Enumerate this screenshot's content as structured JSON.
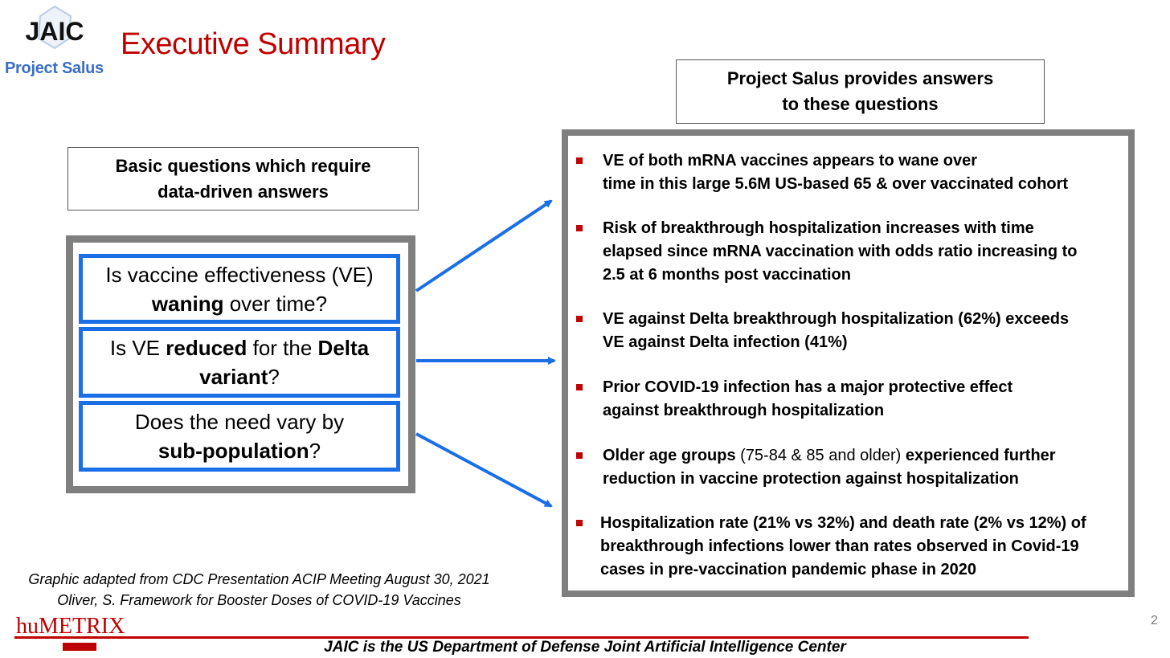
{
  "header": {
    "logo_name": "JAIC",
    "logo_sub": "Project Salus",
    "title": "Executive Summary"
  },
  "left": {
    "header_line1": "Basic questions which require",
    "header_line2": "data-driven answers",
    "questions": [
      {
        "parts": [
          [
            "Is vaccine effectiveness (VE)",
            false
          ],
          [
            "\n",
            false
          ],
          [
            "waning",
            true
          ],
          [
            " over time?",
            false
          ]
        ]
      },
      {
        "parts": [
          [
            "Is VE ",
            false
          ],
          [
            "reduced",
            true
          ],
          [
            " for the ",
            false
          ],
          [
            "Delta",
            true
          ],
          [
            "\n",
            false
          ],
          [
            "variant",
            true
          ],
          [
            "?",
            false
          ]
        ]
      },
      {
        "parts": [
          [
            "Does the need vary by",
            false
          ],
          [
            "\n",
            false
          ],
          [
            "sub-population",
            true
          ],
          [
            "?",
            false
          ]
        ]
      }
    ]
  },
  "right": {
    "header_line1": "Project Salus provides answers",
    "header_line2": "to these questions",
    "answers": [
      {
        "lines": [
          [
            [
              "VE of both mRNA vaccines appears to wane over",
              true
            ]
          ],
          [
            [
              "time in this large 5.6M US-based 65 & over vaccinated cohort",
              true
            ]
          ]
        ]
      },
      {
        "lines": [
          [
            [
              "Risk of breakthrough hospitalization increases with time",
              true
            ]
          ],
          [
            [
              "elapsed since mRNA vaccination with odds ratio increasing to",
              true
            ]
          ],
          [
            [
              "2.5 at 6 months post vaccination",
              true
            ]
          ]
        ]
      },
      {
        "lines": [
          [
            [
              "VE against Delta breakthrough hospitalization (62%) exceeds",
              true
            ]
          ],
          [
            [
              "VE against Delta infection (41%)",
              true
            ]
          ]
        ]
      },
      {
        "lines": [
          [
            [
              "Prior COVID-19 infection has a major protective effect",
              true
            ]
          ],
          [
            [
              "against breakthrough hospitalization",
              true
            ]
          ]
        ]
      },
      {
        "lines": [
          [
            [
              "Older age groups",
              true
            ],
            [
              " (75-84 & 85 and older) ",
              false
            ],
            [
              "experienced further",
              true
            ]
          ],
          [
            [
              "reduction in vaccine protection against hospitalization",
              true
            ]
          ]
        ]
      },
      {
        "lines": [
          [
            [
              "Hospitalization rate (21% vs 32%) and death rate (2% vs 12%) of",
              true
            ]
          ],
          [
            [
              "breakthrough infections lower than rates observed in Covid-19",
              true
            ]
          ],
          [
            [
              "cases in pre-vaccination pandemic phase in 2020",
              true
            ]
          ]
        ]
      }
    ]
  },
  "footer": {
    "credit_line1": "Graphic adapted from CDC Presentation ACIP Meeting August 30, 2021",
    "credit_line2": "Oliver, S. Framework for Booster Doses of COVID-19 Vaccines",
    "humetrix_logo": "huMETRIX",
    "note": "JAIC is the US Department of Defense Joint Artificial Intelligence Center",
    "page_number": "2"
  },
  "colors": {
    "title_red": "#c00000",
    "question_border_blue": "#1a6ee6",
    "frame_gray": "#7f7f7f",
    "logo_blue": "#3a6fc4"
  }
}
